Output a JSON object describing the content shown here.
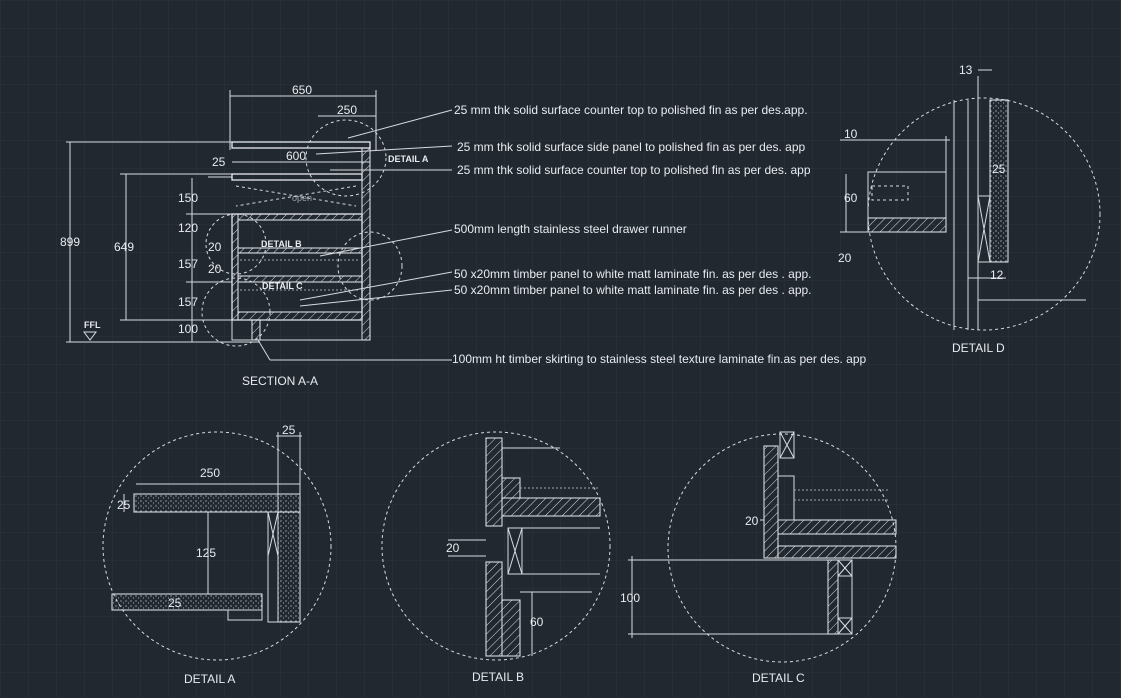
{
  "section": {
    "title": "SECTION A-A",
    "dims": {
      "d650": "650",
      "d250": "250",
      "d600": "600",
      "d25": "25",
      "d899": "899",
      "d649": "649",
      "d150": "150",
      "d120": "120",
      "d20a": "20",
      "d157a": "157",
      "d20b": "20",
      "d157b": "157",
      "d100": "100"
    },
    "ffl": "FFL",
    "open": "open",
    "tags": {
      "a": "DETAIL A",
      "b": "DETAIL B",
      "c": "DETAIL C"
    }
  },
  "notes": [
    "25 mm thk solid surface counter top to polished fin as per des.app.",
    "25 mm thk solid surface side panel to polished fin as per des. app",
    "25 mm thk solid surface counter top to polished fin as per des. app",
    "500mm length stainless steel drawer runner",
    "50 x20mm timber panel to white matt laminate fin. as per des . app.",
    "50 x20mm timber panel to white matt laminate fin. as per des . app.",
    "100mm ht timber skirting to stainless steel texture laminate fin.as per des. app"
  ],
  "detail_a": {
    "title": "DETAIL A",
    "d25top": "25",
    "d250": "250",
    "d25left": "25",
    "d125": "125",
    "d25low": "25"
  },
  "detail_b": {
    "title": "DETAIL B",
    "d20": "20",
    "d60": "60"
  },
  "detail_c": {
    "title": "DETAIL C",
    "d20": "20",
    "d100": "100"
  },
  "detail_d": {
    "title": "DETAIL D",
    "d13": "13",
    "d10": "10",
    "d25": "25",
    "d60": "60",
    "d20": "20",
    "d12": "12"
  }
}
